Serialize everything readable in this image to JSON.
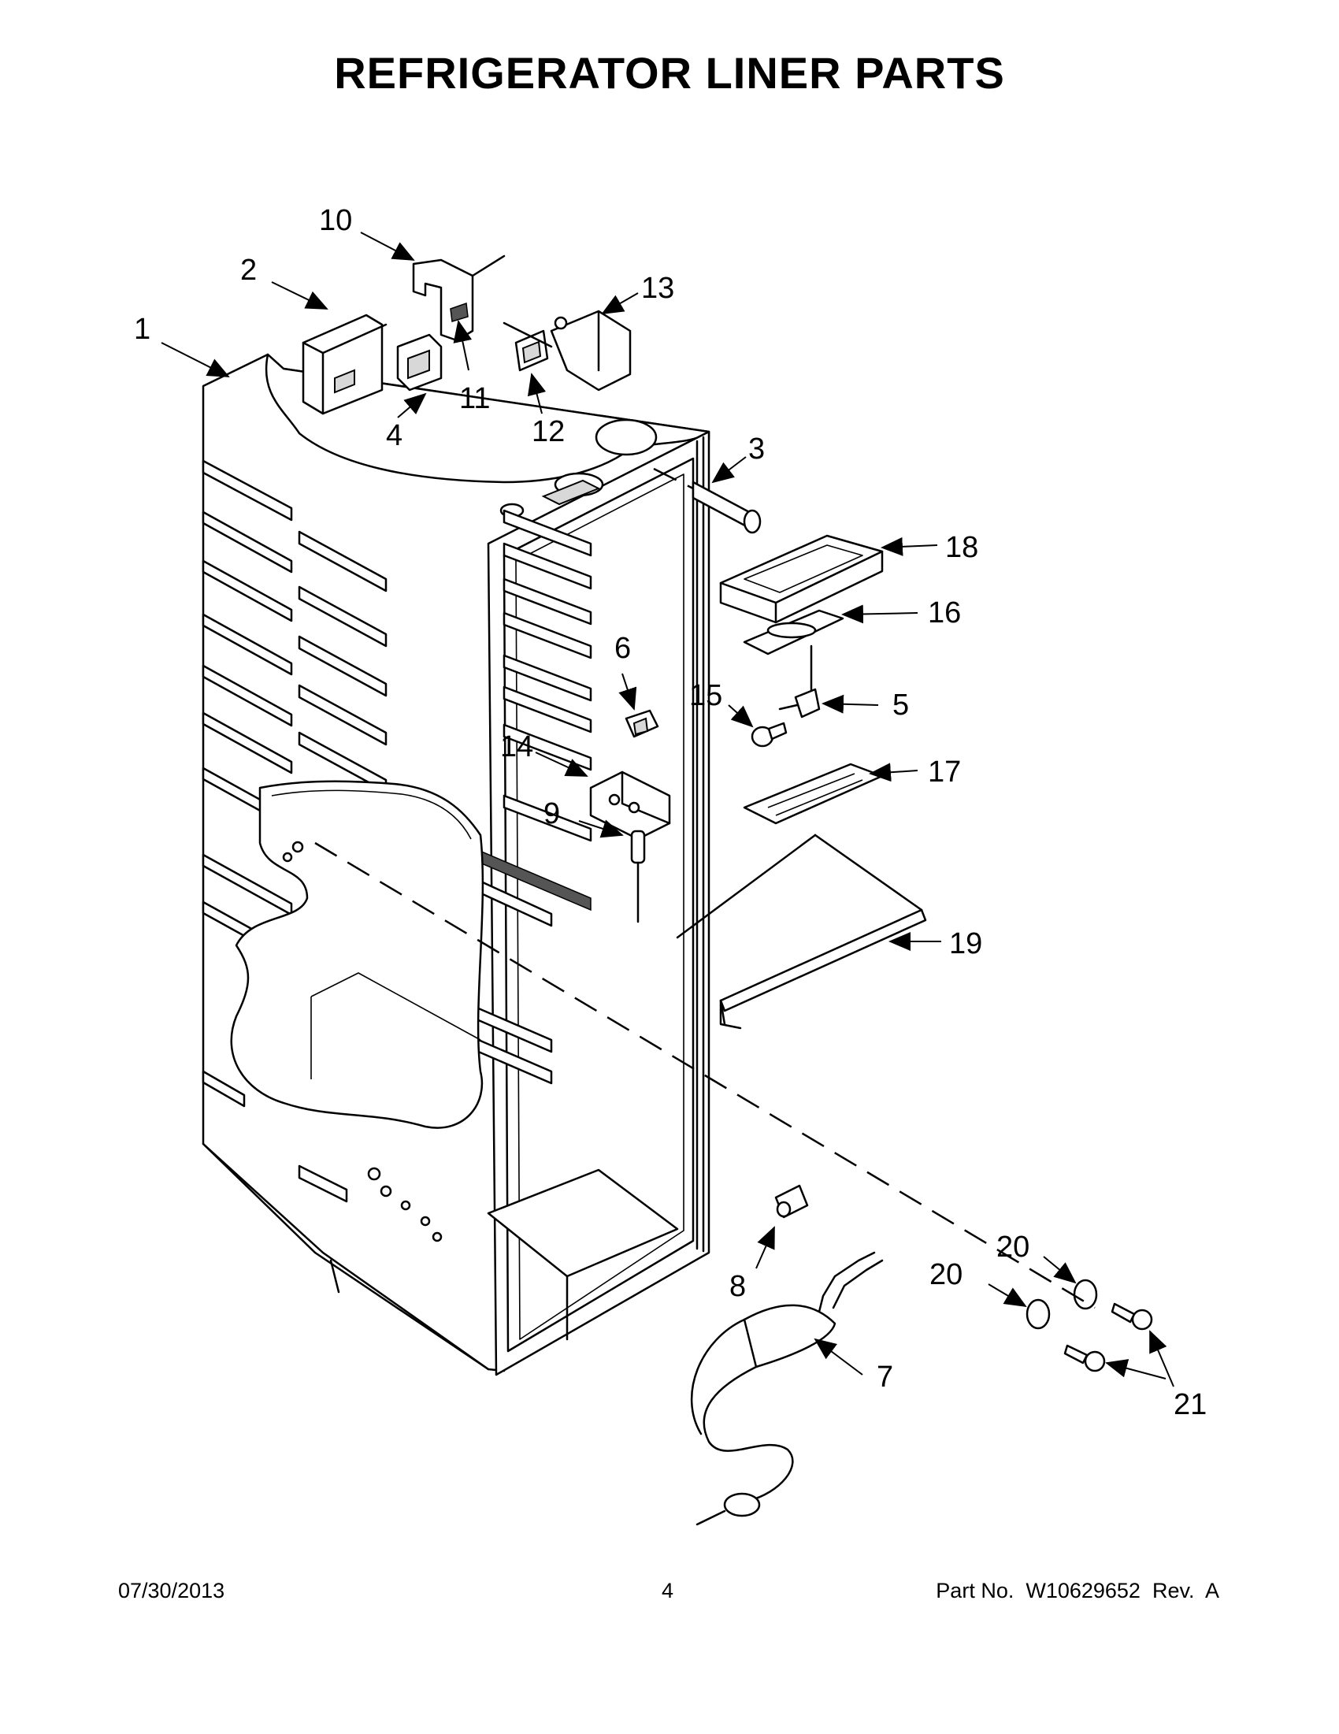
{
  "title": "REFRIGERATOR LINER PARTS",
  "callouts": [
    "1",
    "2",
    "3",
    "4",
    "5",
    "6",
    "7",
    "8",
    "9",
    "10",
    "11",
    "12",
    "13",
    "14",
    "15",
    "16",
    "17",
    "18",
    "19",
    "20",
    "20",
    "21"
  ],
  "footer": {
    "date": "07/30/2013",
    "page": "4",
    "part": "Part No.  W10629652  Rev.  A"
  }
}
